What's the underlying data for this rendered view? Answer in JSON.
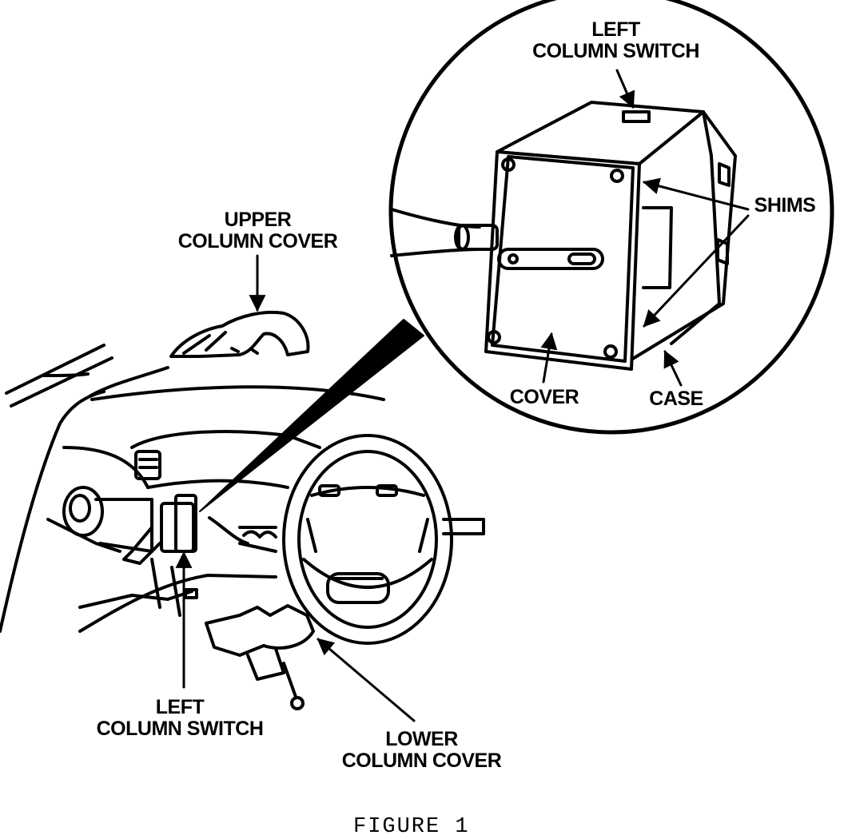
{
  "labels": {
    "upper_column_cover": [
      "UPPER",
      "COLUMN COVER"
    ],
    "left_column_switch_inset": [
      "LEFT",
      "COLUMN SWITCH"
    ],
    "shims": "SHIMS",
    "cover": "COVER",
    "case": "CASE",
    "left_column_switch_main": [
      "LEFT",
      "COLUMN SWITCH"
    ],
    "lower_column_cover": [
      "LOWER",
      "COLUMN COVER"
    ]
  },
  "caption": "FIGURE 1"
}
